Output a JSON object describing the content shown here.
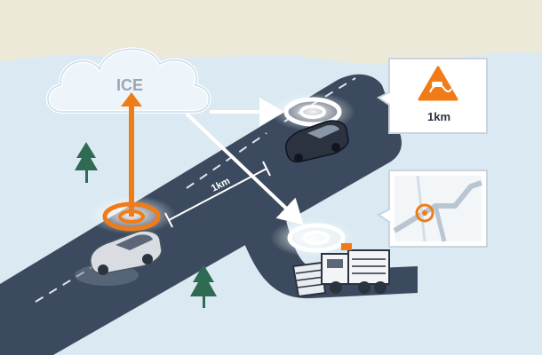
{
  "cloud": {
    "label": "ICE"
  },
  "road": {
    "distance_label": "1km"
  },
  "warning_callout": {
    "distance": "1km",
    "icon": "slippery-road-warning-icon"
  },
  "map_callout": {
    "icon": "map-location-marker-icon"
  },
  "colors": {
    "accent": "#f07c18",
    "road": "#3b4a5e",
    "ground": "#e3eef5",
    "sky": "#ece9d8",
    "tree": "#2f6b52"
  }
}
